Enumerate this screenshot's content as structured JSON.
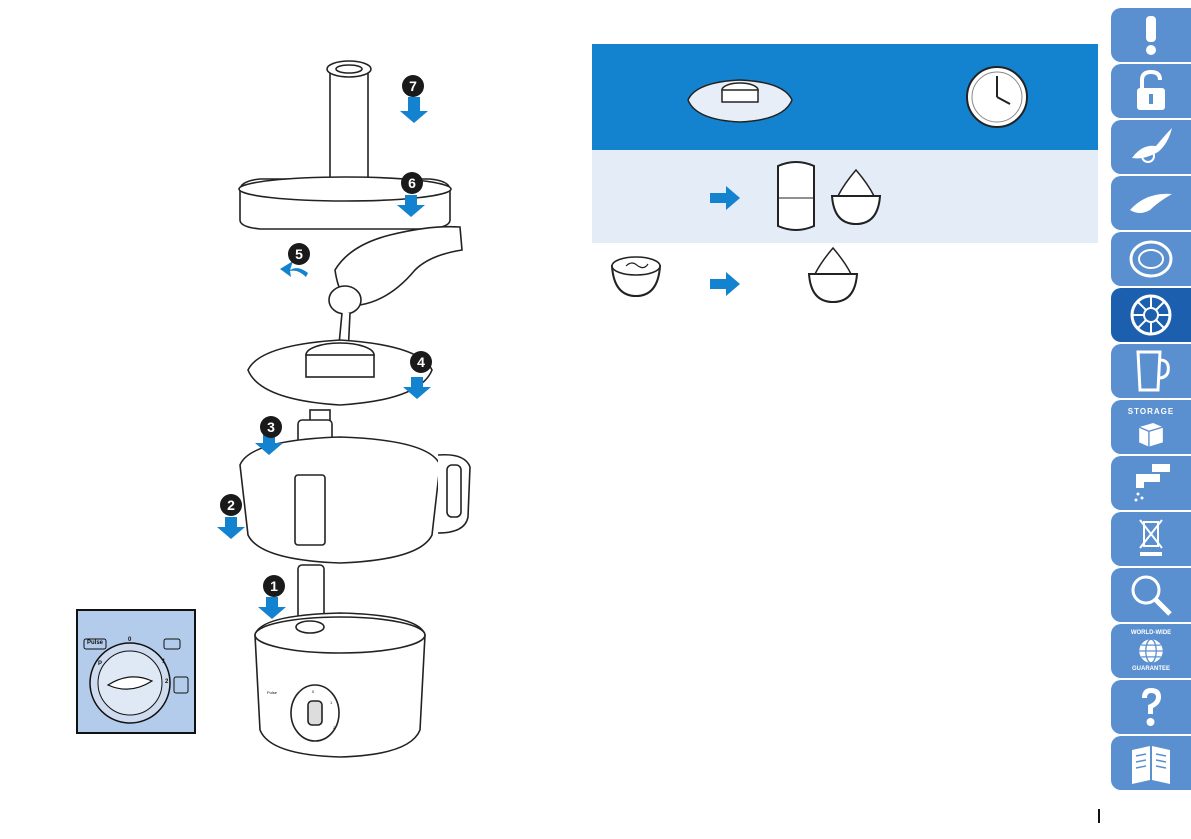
{
  "colors": {
    "accent_blue": "#1382cf",
    "light_blue_row": "#e4ecf8",
    "dial_panel": "#b4ccec",
    "tab_blue": "#5a8fd0",
    "tab_active": "#1b5fae"
  },
  "assembly": {
    "steps": [
      "1",
      "2",
      "3",
      "4",
      "5",
      "6",
      "7"
    ]
  },
  "dial_detail": {
    "pulse_label": "Pulse",
    "pos_0": "0",
    "pos_1": "1",
    "pos_2": "2",
    "pos_p": "P"
  },
  "appliance_dial": {
    "pulse_label": "Pulse",
    "pos_0": "0",
    "pos_1": "1",
    "pos_2": "2"
  },
  "table": {
    "header_icons": [
      "emulsifying-disc-icon",
      "clock-icon"
    ],
    "row1_icons": [
      "arrow-right-icon",
      "cream-carton-icon",
      "whipped-cream-bowl-icon"
    ],
    "row2_icons": [
      "egg-white-bowl-icon",
      "arrow-right-icon",
      "whipped-egg-bowl-icon"
    ]
  },
  "sidebar": {
    "active_index": 5,
    "tabs": [
      {
        "icon": "warning-icon"
      },
      {
        "icon": "unlock-icon"
      },
      {
        "icon": "knife-blade-icon"
      },
      {
        "icon": "kneading-tool-icon"
      },
      {
        "icon": "disc-icon"
      },
      {
        "icon": "emulsifying-disc-icon"
      },
      {
        "icon": "jug-icon"
      },
      {
        "icon": "storage-icon",
        "label": "STORAGE"
      },
      {
        "icon": "tap-cleaning-icon"
      },
      {
        "icon": "disposal-bin-icon"
      },
      {
        "icon": "magnifier-icon"
      },
      {
        "icon": "guarantee-globe-icon",
        "label_top": "WORLD-WIDE",
        "label_bottom": "GUARANTEE"
      },
      {
        "icon": "question-icon"
      },
      {
        "icon": "manual-book-icon"
      }
    ]
  }
}
